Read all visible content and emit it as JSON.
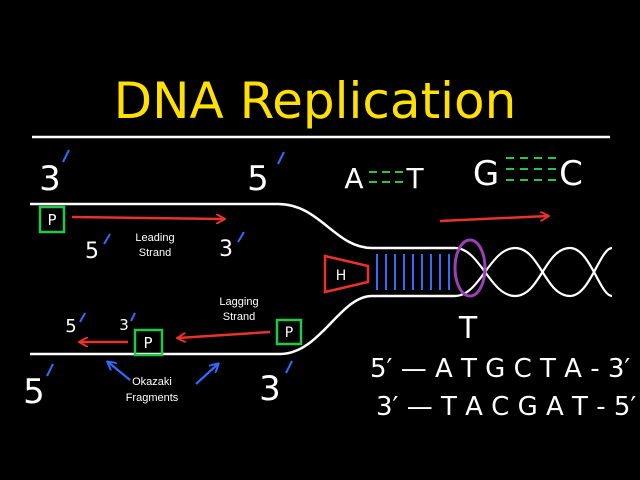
{
  "title": "DNA Replication",
  "colors": {
    "background": "#000000",
    "title": "#ffe000",
    "strand": "#ffffff",
    "leading_arrow": "#e8322a",
    "primer": "#22c84a",
    "prime_mark": "#2f6bff",
    "helicase": "#e8322a",
    "topoisomerase": "#9b3fb5"
  },
  "strand_ends": {
    "top_left": "3",
    "top_mid": "5",
    "bottom_left": "5",
    "bottom_mid": "3"
  },
  "primers": {
    "top": "P",
    "lagging": "P",
    "okazaki": "P"
  },
  "leading": {
    "label_line1": "Leading",
    "label_line2": "Strand",
    "start_end": "5",
    "finish_end": "3"
  },
  "lagging": {
    "label_line1": "Lagging",
    "label_line2": "Strand",
    "frag_left_end": "5",
    "frag_right_end": "3"
  },
  "okazaki": {
    "label_line1": "Okazaki",
    "label_line2": "Fragments"
  },
  "helicase_label": "H",
  "topoisomerase_label": "T",
  "base_pairs": {
    "pair1_left": "A",
    "pair1_right": "T",
    "pair2_left": "G",
    "pair2_right": "C"
  },
  "sequences": {
    "top": "5′ — A T G C T A - 3′",
    "bottom": "3′ — T A C G A T - 5′"
  },
  "icons": {
    "helicase": "helicase-wedge-icon",
    "topoisomerase": "topoisomerase-ring-icon",
    "double_helix": "double-helix-icon"
  }
}
